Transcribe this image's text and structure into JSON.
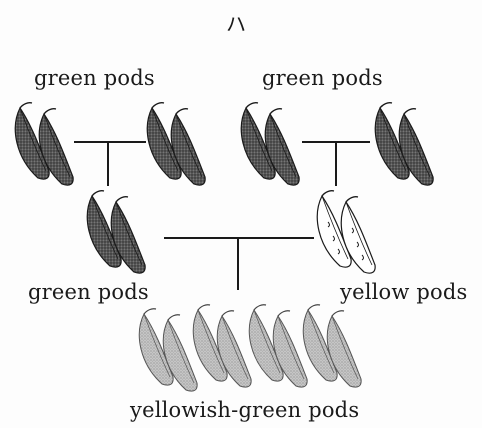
{
  "panel_letter": "ハ",
  "labels": {
    "parent_left": "green pods",
    "parent_right": "green pods",
    "f1_left": "green pods",
    "f1_right": "yellow pods",
    "offspring": "yellowish-green pods"
  },
  "colors": {
    "ink": "#1a1a1a",
    "dark_pod": "#4a4a4a",
    "light_pod": "#a8a8a8",
    "yellow_pod_fill": "#ffffff"
  }
}
